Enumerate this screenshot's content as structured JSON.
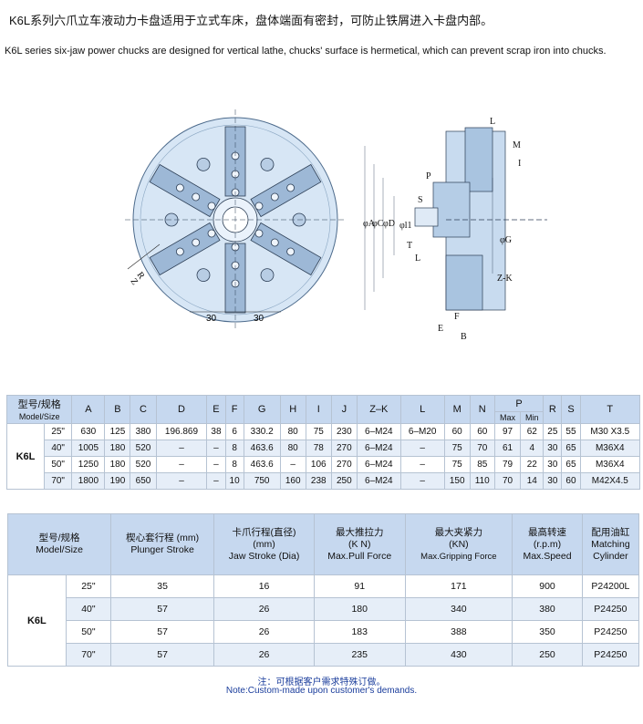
{
  "title_cn": "K6L系列六爪立车液动力卡盘适用于立式车床，盘体端面有密封，可防止铁屑进入卡盘内部。",
  "title_en": "K6L series six-jaw power chucks are designed for vertical lathe, chucks' surface is hermetical, which can prevent scrap iron into chucks.",
  "drawing": {
    "front_labels": {
      "r": "R",
      "z": "Z",
      "dim_left": "30",
      "dim_right": "30"
    },
    "side_labels": {
      "l_top": "L",
      "m": "M",
      "i": "I",
      "p": "P",
      "s": "S",
      "phi_a": "φA",
      "phi_c": "φC",
      "phi_d": "φD",
      "phi_l1": "φl1",
      "t": "T",
      "l_low": "L",
      "phi_g": "φG",
      "zk": "Z-K",
      "f": "F",
      "e": "E",
      "b": "B"
    }
  },
  "table1": {
    "header_model": [
      "型号/规格",
      "Model/Size"
    ],
    "columns": [
      "A",
      "B",
      "C",
      "D",
      "E",
      "F",
      "G",
      "H",
      "I",
      "J",
      "Z–K",
      "L",
      "M",
      "N",
      "P",
      "R",
      "S",
      "T"
    ],
    "p_sub": [
      "Max",
      "Min"
    ],
    "model": "K6L",
    "rows": [
      {
        "size": "25\"",
        "cells": [
          "630",
          "125",
          "380",
          "196.869",
          "38",
          "6",
          "330.2",
          "80",
          "75",
          "230",
          "6–M24",
          "6–M20",
          "60",
          "60",
          "97",
          "62",
          "25",
          "55",
          "M30 X3.5"
        ]
      },
      {
        "size": "40\"",
        "cells": [
          "1005",
          "180",
          "520",
          "–",
          "–",
          "8",
          "463.6",
          "80",
          "78",
          "270",
          "6–M24",
          "–",
          "75",
          "70",
          "61",
          "4",
          "30",
          "65",
          "M36X4"
        ]
      },
      {
        "size": "50\"",
        "cells": [
          "1250",
          "180",
          "520",
          "–",
          "–",
          "8",
          "463.6",
          "–",
          "106",
          "270",
          "6–M24",
          "–",
          "75",
          "85",
          "79",
          "22",
          "30",
          "65",
          "M36X4"
        ]
      },
      {
        "size": "70\"",
        "cells": [
          "1800",
          "190",
          "650",
          "–",
          "–",
          "10",
          "750",
          "160",
          "238",
          "250",
          "6–M24",
          "–",
          "150",
          "110",
          "70",
          "14",
          "30",
          "60",
          "M42X4.5"
        ]
      }
    ]
  },
  "table2": {
    "header_model": [
      "型号/规格",
      "Model/Size"
    ],
    "headers": [
      [
        "楔心套行程  (mm)",
        "Plunger Stroke",
        ""
      ],
      [
        "卡爪行程(直径)",
        "(mm)",
        "Jaw Stroke (Dia)"
      ],
      [
        "最大推拉力",
        "(K N)",
        "Max.Pull Force"
      ],
      [
        "最大夹紧力",
        "(KN)",
        "Max.Gripping Force"
      ],
      [
        "最高转速",
        "(r.p.m)",
        "Max.Speed"
      ],
      [
        "配用油缸",
        "Matching",
        "Cylinder"
      ]
    ],
    "model": "K6L",
    "rows": [
      {
        "size": "25\"",
        "cells": [
          "35",
          "16",
          "91",
          "171",
          "900",
          "P24200L"
        ]
      },
      {
        "size": "40\"",
        "cells": [
          "57",
          "26",
          "180",
          "340",
          "380",
          "P24250"
        ]
      },
      {
        "size": "50\"",
        "cells": [
          "57",
          "26",
          "183",
          "388",
          "350",
          "P24250"
        ]
      },
      {
        "size": "70\"",
        "cells": [
          "57",
          "26",
          "235",
          "430",
          "250",
          "P24250"
        ]
      }
    ]
  },
  "note_cn": "注：可根据客户需求特殊订做。",
  "note_en": "Note:Custom-made upon customer's demands."
}
